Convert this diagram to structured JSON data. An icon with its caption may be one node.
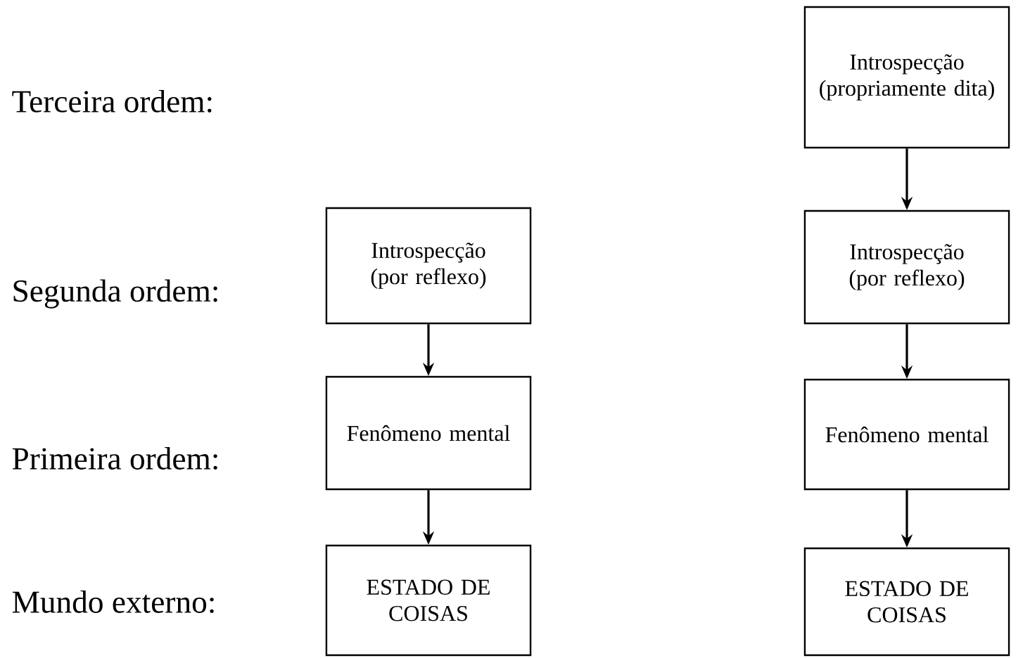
{
  "diagram": {
    "nodes": [
      {
        "text": [
          "Introspecção (propriamente dita)"
        ]
      },
      {
        "text": [
          "Introspecção (por reflexo)"
        ]
      },
      {
        "text": [
          "Introspecção (por reflexo)"
        ]
      },
      {
        "text": [
          "Fenômeno mental"
        ]
      },
      {
        "text": [
          "Fenômeno mental"
        ]
      },
      {
        "text": [
          "ESTADO DE COISAS"
        ]
      },
      {
        "text": [
          "ESTADO DE COISAS"
        ]
      }
    ],
    "edges": [
      {
        "from": 0,
        "to": 2,
        "arrow": "to"
      },
      {
        "from": 1,
        "to": 3,
        "arrow": "to"
      },
      {
        "from": 2,
        "to": 4,
        "arrow": "to"
      },
      {
        "from": 3,
        "to": 5,
        "arrow": "to"
      },
      {
        "from": 4,
        "to": 6,
        "arrow": "to"
      }
    ],
    "labels": [
      "Terceira ordem:",
      "Segunda ordem:",
      "Primeira ordem:",
      "Mundo externo:"
    ]
  }
}
